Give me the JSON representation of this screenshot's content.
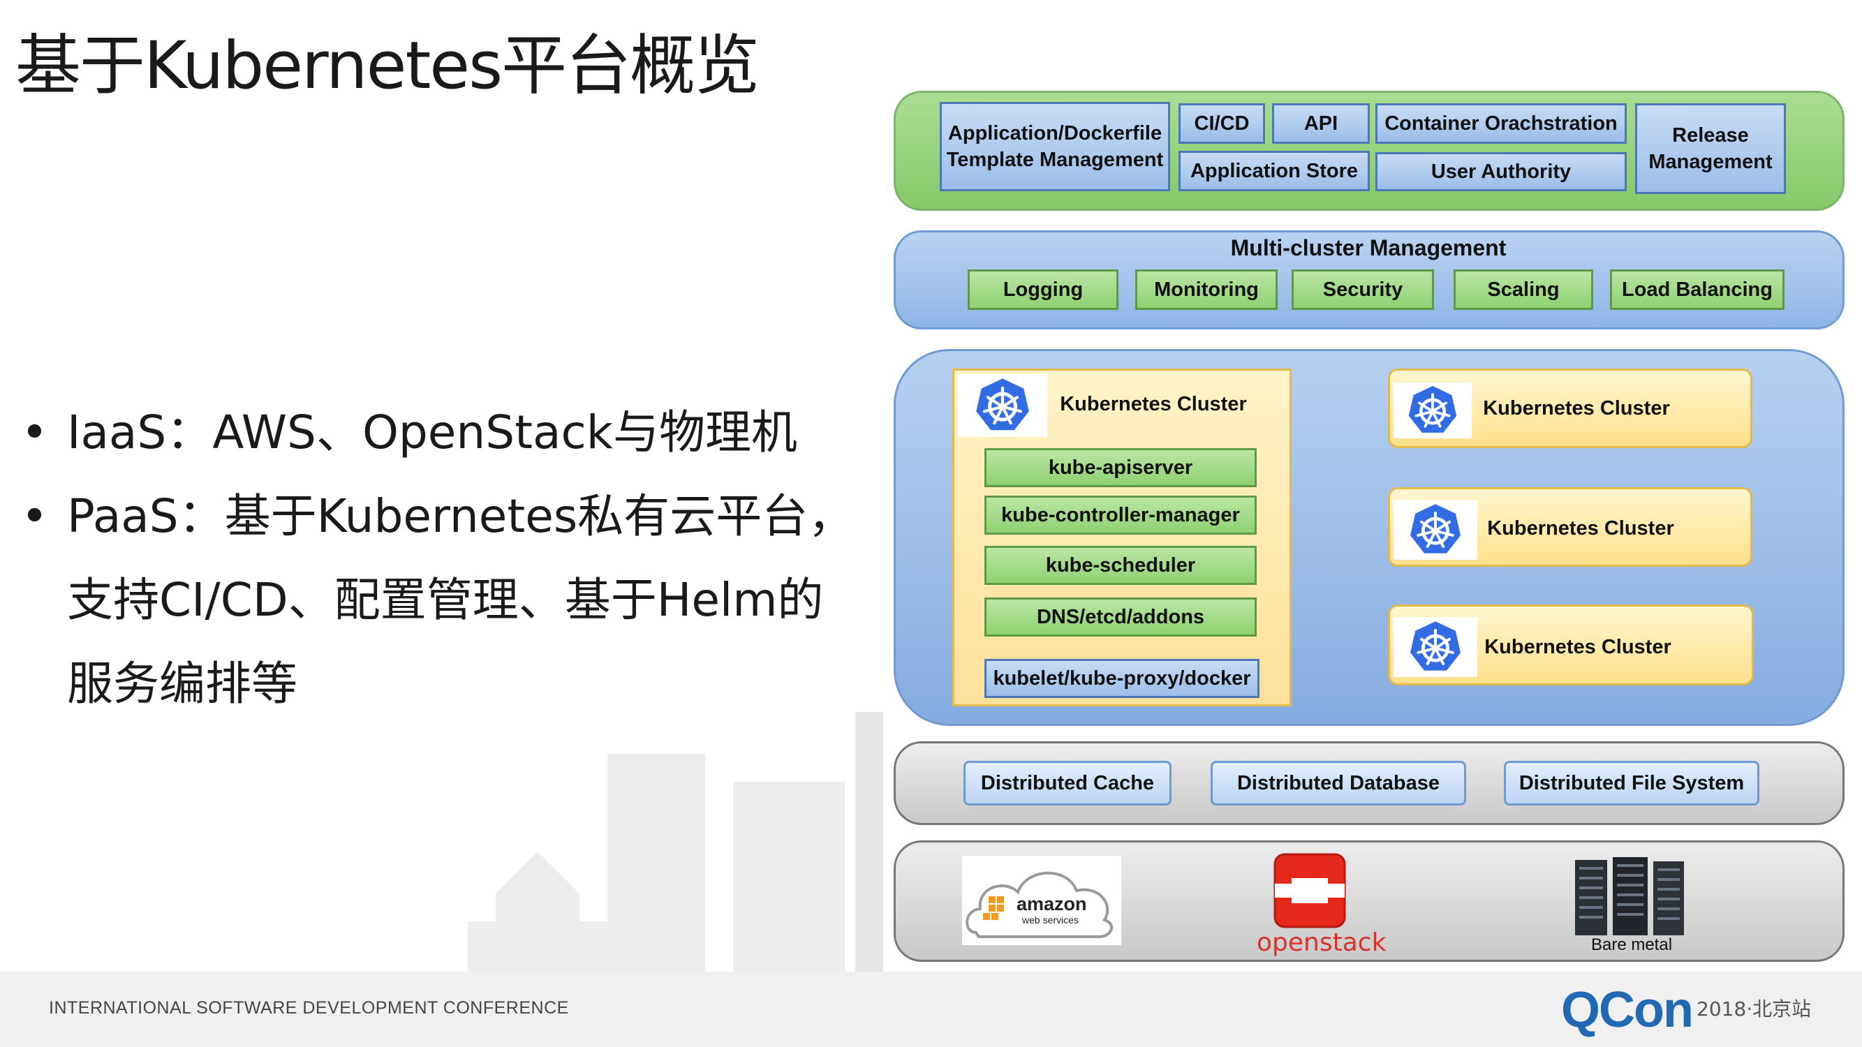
{
  "slide": {
    "title": "基于Kubernetes平台概览",
    "bullets": {
      "b1": "IaaS：AWS、OpenStack与物理机",
      "b2_l1": "PaaS：基于Kubernetes私有云平台，",
      "b2_l2": "支持CI/CD、配置管理、基于Helm的",
      "b2_l3": "服务编排等"
    },
    "footer": "INTERNATIONAL SOFTWARE DEVELOPMENT CONFERENCE",
    "brand": "QCon",
    "brand_sub": "2018·北京站"
  },
  "diagram": {
    "top_layer": {
      "template_mgmt": "Application/Dockerfile Template Management",
      "cicd": "CI/CD",
      "api": "API",
      "orchestration": "Container Orachstration",
      "app_store": "Application Store",
      "user_authority": "User Authority",
      "release_mgmt": "Release Management"
    },
    "multi_cluster": {
      "title": "Multi-cluster  Management",
      "items": [
        "Logging",
        "Monitoring",
        "Security",
        "Scaling",
        "Load Balancing"
      ]
    },
    "clusters": {
      "main_title": "Kubernetes Cluster",
      "components": [
        "kube-apiserver",
        "kube-controller-manager",
        "kube-scheduler",
        "DNS/etcd/addons",
        "kubelet/kube-proxy/docker"
      ],
      "other_titles": [
        "Kubernetes Cluster",
        "Kubernetes Cluster",
        "Kubernetes Cluster"
      ]
    },
    "storage": [
      "Distributed Cache",
      "Distributed Database",
      "Distributed File System"
    ],
    "infra": {
      "aws": "amazon",
      "aws_sub": "web services",
      "openstack": "openstack",
      "bare_metal": "Bare metal"
    },
    "colors": {
      "green_layer": "#93d07a",
      "blue_layer": "#9dbfea",
      "cluster_yellow": "#ffe08c",
      "gray_layer": "#d8d8d8",
      "k8s_blue": "#326ce5",
      "openstack_red": "#e5271c",
      "qcon_green": "#2aa54a",
      "qcon_blue": "#2169b3"
    }
  }
}
